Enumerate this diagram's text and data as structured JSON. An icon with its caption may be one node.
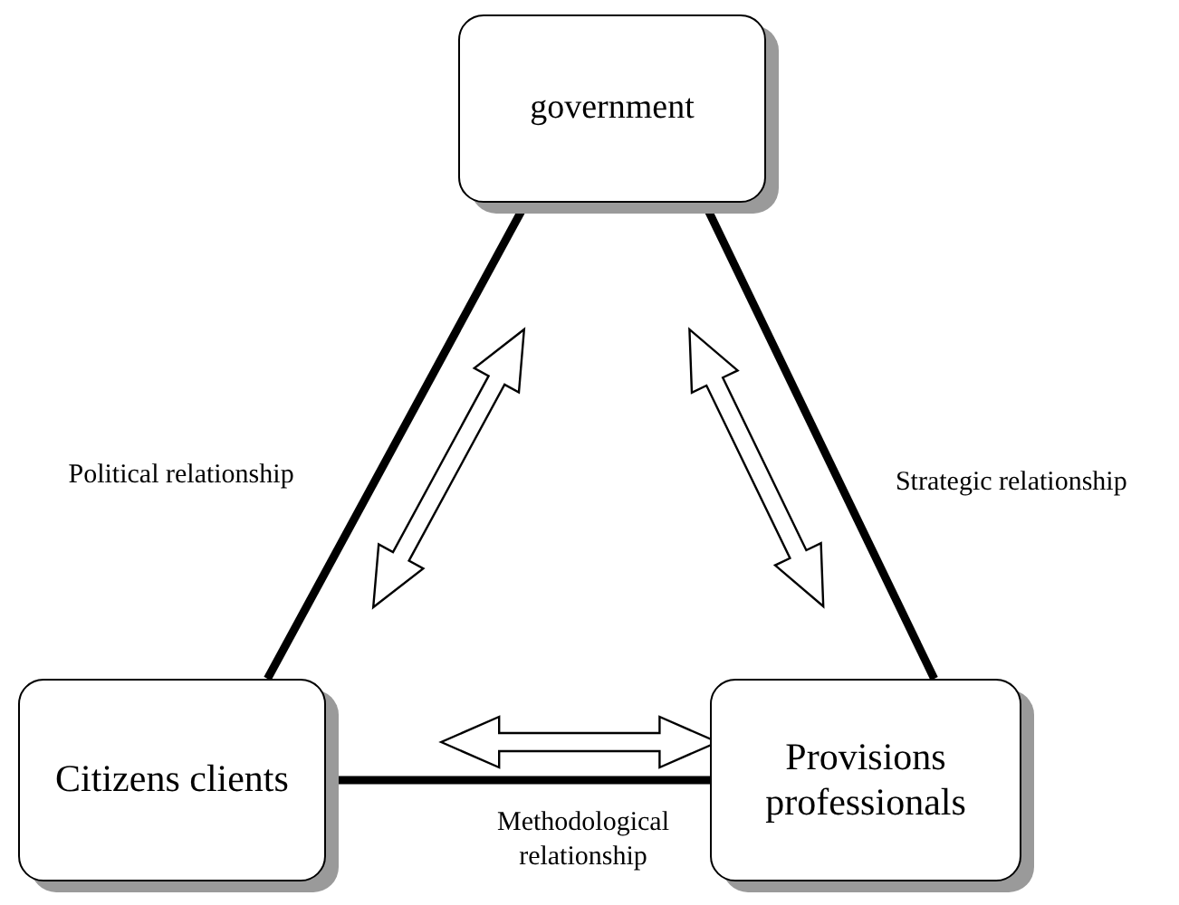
{
  "diagram": {
    "nodes": [
      {
        "text": [
          "government"
        ]
      },
      {
        "text": [
          "Citizens clients"
        ]
      },
      {
        "text": [
          "Provisions professionals"
        ]
      }
    ],
    "edges": [
      {
        "from": 0,
        "to": 1,
        "arrow": "none",
        "label": "Political relationship"
      },
      {
        "from": 0,
        "to": 2,
        "arrow": "none",
        "label": "Strategic relationship"
      },
      {
        "from": 1,
        "to": 2,
        "arrow": "none",
        "label": "Methodological relationship"
      }
    ]
  }
}
